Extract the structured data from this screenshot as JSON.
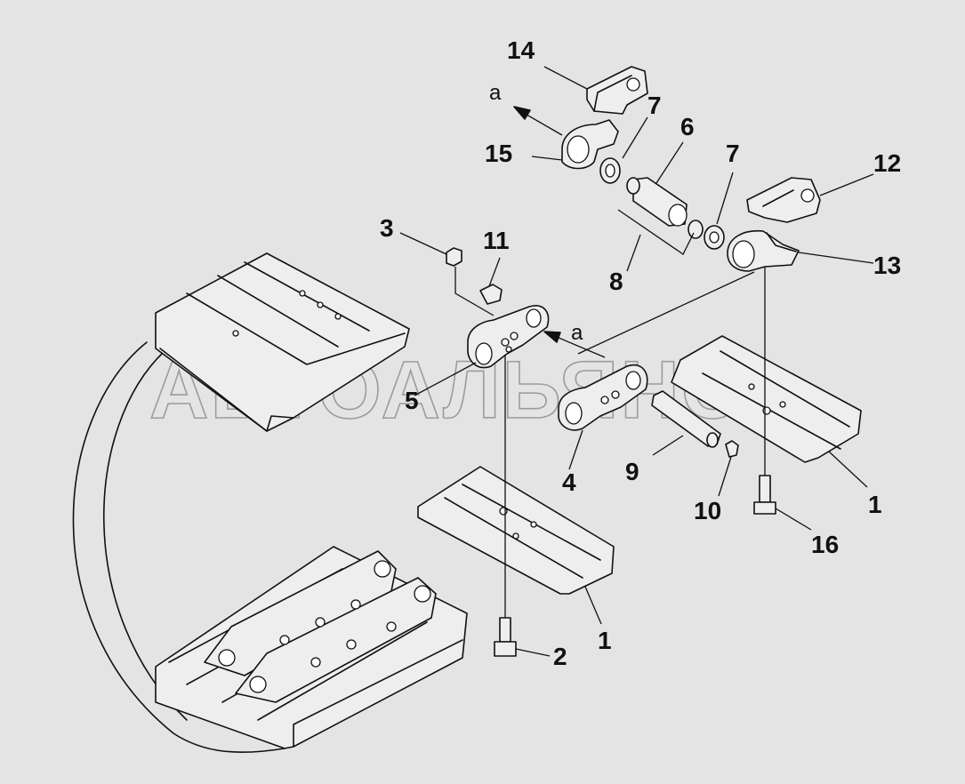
{
  "watermark": "АВТОАЛЬЯНС",
  "arrow_labels": {
    "upper": "a",
    "lower": "a"
  },
  "callouts": {
    "c14": "14",
    "c7a": "7",
    "c6": "6",
    "c7b": "7",
    "c12": "12",
    "c15": "15",
    "c3": "3",
    "c11": "11",
    "c8": "8",
    "c13": "13",
    "c5": "5",
    "c4": "4",
    "c9": "9",
    "c1a": "1",
    "c10": "10",
    "c16": "16",
    "c2": "2",
    "c1b": "1"
  }
}
